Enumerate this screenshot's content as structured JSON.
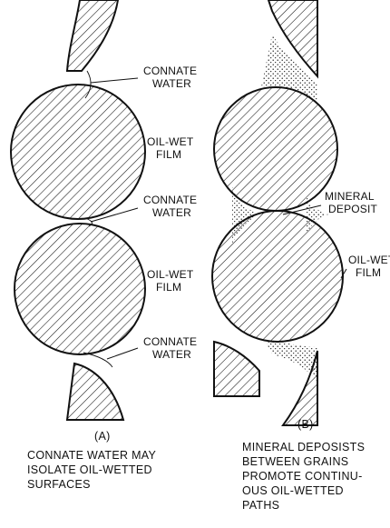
{
  "panel_a": {
    "labels": {
      "connate_water_1": [
        "CONNATE",
        "WATER"
      ],
      "oil_wet_film_1": [
        "OIL-WET",
        "FILM"
      ],
      "connate_water_2": [
        "CONNATE",
        "WATER"
      ],
      "oil_wet_film_2": [
        "OIL-WET",
        "FILM"
      ],
      "connate_water_3": [
        "CONNATE",
        "WATER"
      ]
    },
    "tag": "(A)",
    "caption": [
      "CONNATE WATER MAY",
      "ISOLATE OIL-WETTED",
      "SURFACES"
    ]
  },
  "panel_b": {
    "labels": {
      "mineral_deposit": [
        "MINERAL",
        "DEPOSIT"
      ],
      "oil_wet_film": [
        "OIL-WET",
        "FILM"
      ]
    },
    "tag": "(B)",
    "caption": [
      "MINERAL DEPOSISTS",
      "BETWEEN GRAINS",
      "PROMOTE CONTINU-",
      "OUS OIL-WETTED",
      "PATHS"
    ]
  },
  "colors": {
    "ink": "#111111",
    "paper": "#ffffff"
  }
}
